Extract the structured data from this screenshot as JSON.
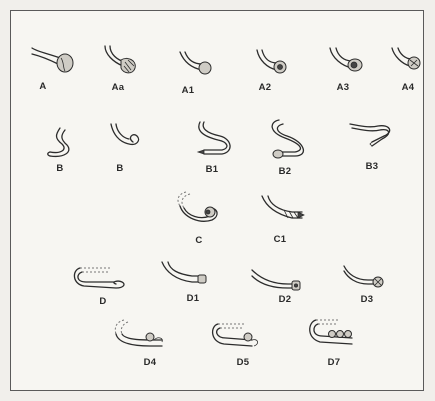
{
  "labels": {
    "A": "A",
    "Aa": "Aa",
    "A1": "A1",
    "A2": "A2",
    "A3": "A3",
    "A4": "A4",
    "B_a": "B",
    "B_b": "B",
    "B1": "B1",
    "B2": "B2",
    "B3": "B3",
    "C": "C",
    "C1": "C1",
    "D": "D",
    "D1": "D1",
    "D2": "D2",
    "D3": "D3",
    "D4": "D4",
    "D5": "D5",
    "D7": "D7"
  }
}
